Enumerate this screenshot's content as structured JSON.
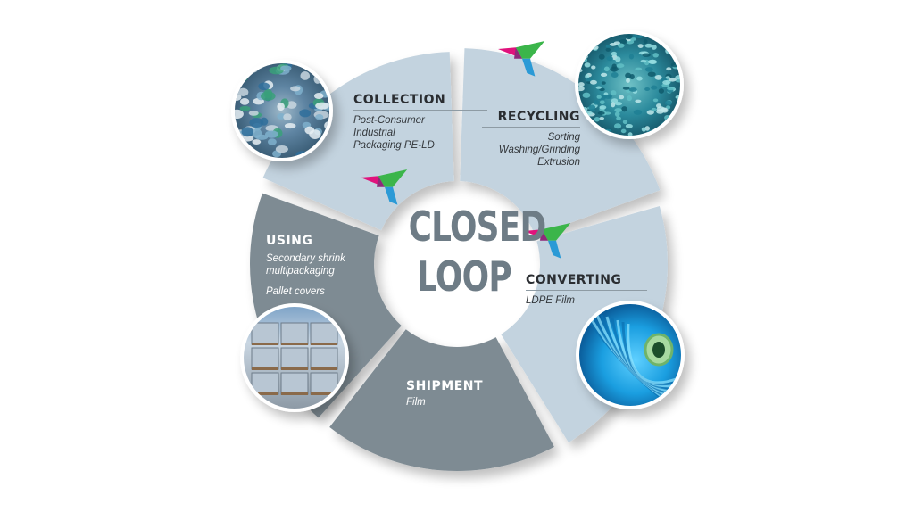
{
  "center": {
    "line1": "CLOSED",
    "line2": "LOOP"
  },
  "stages": [
    {
      "id": "collection",
      "title": "COLLECTION",
      "lines": [
        "Post-Consumer",
        "Industrial",
        "Packaging PE-LD"
      ],
      "fill": "#c3d3df",
      "photo": "plastic-waste-bales"
    },
    {
      "id": "recycling",
      "title": "RECYCLING",
      "lines": [
        "Sorting",
        "Washing/Grinding",
        "Extrusion"
      ],
      "fill": "#c3d3df",
      "photo": "recycled-pellets"
    },
    {
      "id": "converting",
      "title": "CONVERTING",
      "lines": [
        "LDPE Film"
      ],
      "fill": "#c3d3df",
      "photo": "blue-film-roll"
    },
    {
      "id": "shipment",
      "title": "SHIPMENT",
      "lines": [
        "Film"
      ],
      "fill": "#7e8b93",
      "photo": ""
    },
    {
      "id": "using",
      "title": "USING",
      "lines": [
        "Secondary shrink",
        "multipackaging",
        "Pallet covers"
      ],
      "fill": "#7e8b93",
      "photo": "pallets-with-covers"
    }
  ],
  "colors": {
    "light_segment": "#c3d3df",
    "dark_segment": "#7e8b93",
    "bird_magenta": "#e0127c",
    "bird_blue": "#2b9ad6",
    "bird_green": "#3bb54a"
  }
}
